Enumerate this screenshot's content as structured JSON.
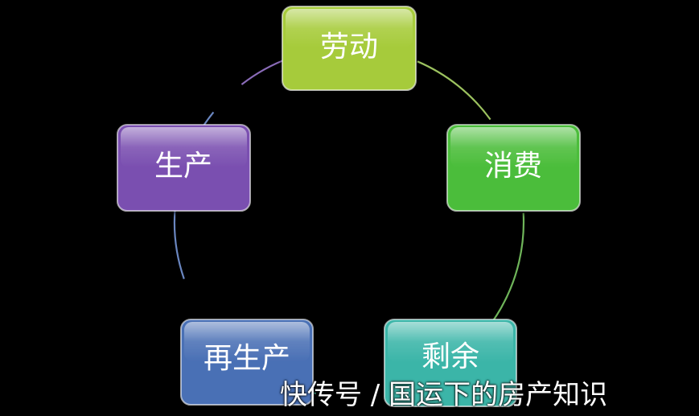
{
  "diagram": {
    "type": "cycle",
    "nodes": [
      {
        "id": "labor",
        "label": "劳动",
        "color": "#a6cb3a"
      },
      {
        "id": "consumption",
        "label": "消费",
        "color": "#4bbd3a"
      },
      {
        "id": "surplus",
        "label": "剩余",
        "color": "#3bb5a8"
      },
      {
        "id": "reproduction",
        "label": "再生产",
        "color": "#4a70b5"
      },
      {
        "id": "production",
        "label": "生产",
        "color": "#7a4fb0"
      }
    ],
    "connector_colors": [
      "#9cc25f",
      "#6fb55a",
      "#4aa790",
      "#6a86c0",
      "#8a6bb8"
    ]
  },
  "watermark": {
    "text": "快传号 / 国运下的房产知识"
  }
}
